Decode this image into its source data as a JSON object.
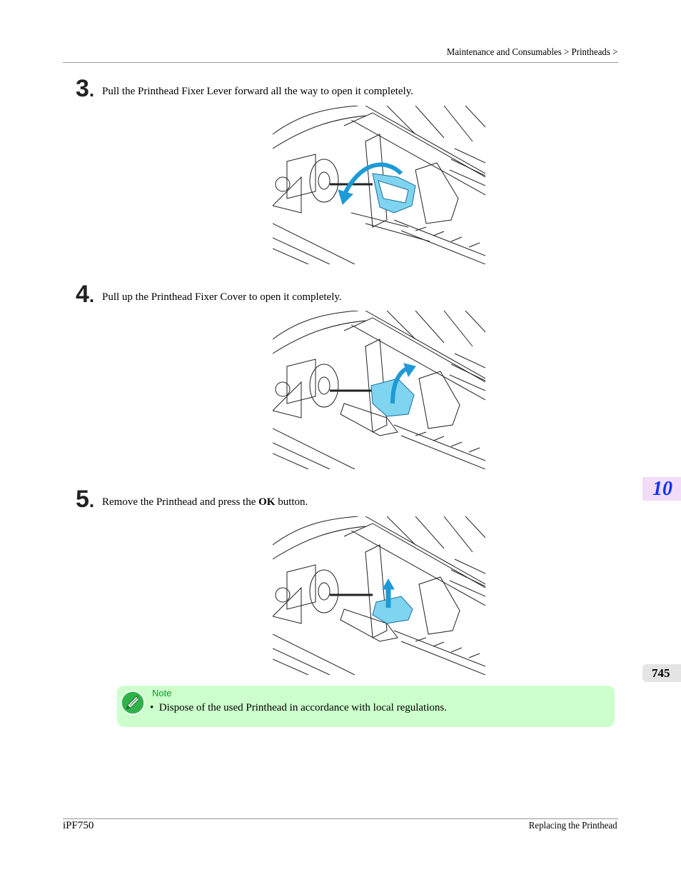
{
  "header": {
    "breadcrumb": "Maintenance and Consumables > Printheads >"
  },
  "steps": [
    {
      "number": "3",
      "text": "Pull the Printhead Fixer Lever forward all the way to open it completely."
    },
    {
      "number": "4",
      "text": "Pull up the Printhead Fixer Cover to open it completely."
    },
    {
      "number": "5",
      "text_before": "Remove the Printhead and press the ",
      "text_bold": "OK",
      "text_after": " button."
    }
  ],
  "chapter_tab": {
    "number": "10"
  },
  "page_tab": {
    "number": "745"
  },
  "note": {
    "title": "Note",
    "bullet": "•",
    "text": "Dispose of the used Printhead in accordance with local regulations."
  },
  "footer": {
    "model": "iPF750",
    "section": "Replacing the Printhead"
  },
  "colors": {
    "highlight_blue": "#7fd4f0",
    "arrow_blue": "#1e9ad6",
    "chapter_number": "#1030ff",
    "chapter_tab_bg": "#f2dcf8",
    "note_bg": "#ccffcc",
    "note_title": "#0b9a2a"
  }
}
